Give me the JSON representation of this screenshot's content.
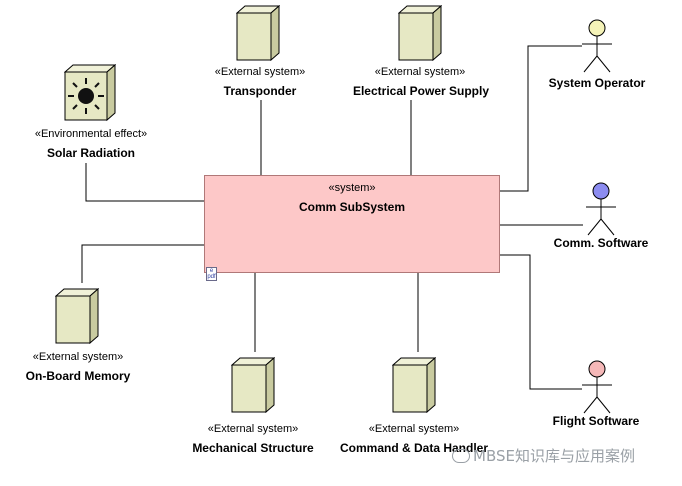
{
  "system": {
    "stereotype": "«system»",
    "name": "Comm SubSystem"
  },
  "blocks": {
    "transponder": {
      "stereotype": "«External system»",
      "name": "Transponder"
    },
    "electrical_power": {
      "stereotype": "«External system»",
      "name": "Electrical Power Supply"
    },
    "solar": {
      "stereotype": "«Environmental effect»",
      "name": "Solar Radiation"
    },
    "onboard_memory": {
      "stereotype": "«External system»",
      "name": "On-Board Memory"
    },
    "mechanical": {
      "stereotype": "«External system»",
      "name": "Mechanical Structure"
    },
    "cdh": {
      "stereotype": "«External system»",
      "name": "Command & Data Handler"
    }
  },
  "actors": {
    "system_operator": {
      "name": "System Operator",
      "color": "#f5f3b8"
    },
    "comm_software": {
      "name": "Comm. Software",
      "color": "#8c8cf0"
    },
    "flight_software": {
      "name": "Flight Software",
      "color": "#f5b8b8"
    }
  },
  "colors": {
    "system_fill": "#fdc8c8",
    "block_fill": "#e6e8c4",
    "line": "#000000"
  },
  "watermark": "MBSE知识库与应用案例"
}
